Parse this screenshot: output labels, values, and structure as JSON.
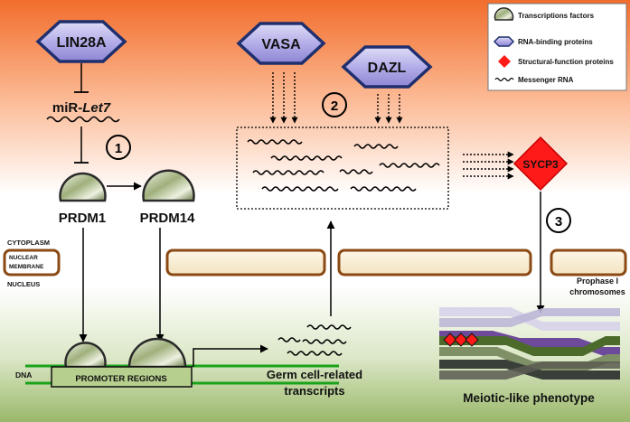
{
  "nodes": {
    "lin28a": "LIN28A",
    "mir_prefix": "miR-",
    "mir_italic": "Let7",
    "prdm1": "PRDM1",
    "prdm14": "PRDM14",
    "vasa": "VASA",
    "dazl": "DAZL",
    "sycp3": "SYCP3",
    "promoter": "PROMOTER REGIONS",
    "dna": "DNA",
    "germ_line1": "Germ cell-related",
    "germ_line2": "transcripts",
    "meiotic": "Meiotic-like phenotype",
    "prophase_line1": "Prophase I",
    "prophase_line2": "chromosomes"
  },
  "compartments": {
    "cytoplasm": "CYTOPLASM",
    "membrane_line1": "NUCLEAR",
    "membrane_line2": "MEMBRANE",
    "nucleus": "NUCLEUS"
  },
  "steps": [
    "1",
    "2",
    "3"
  ],
  "legend": [
    {
      "shape": "half-circle",
      "label": "Transcriptions factors"
    },
    {
      "shape": "hexagon",
      "label": "RNA-binding proteins"
    },
    {
      "shape": "diamond",
      "label": "Structural-function proteins"
    },
    {
      "shape": "wave",
      "label": "Messenger RNA"
    }
  ],
  "colors": {
    "background_top": "#f47a3c",
    "background_mid": "#ffffff",
    "background_bottom": "#a9c37f",
    "hexagon_fill": "#b7b3e8",
    "hexagon_stroke": "#1f2f6e",
    "diamond_fill": "#ff0000",
    "membrane_fill": "#f8ecd2",
    "membrane_stroke": "#8b4a14",
    "dna_green": "#1aa21a"
  }
}
